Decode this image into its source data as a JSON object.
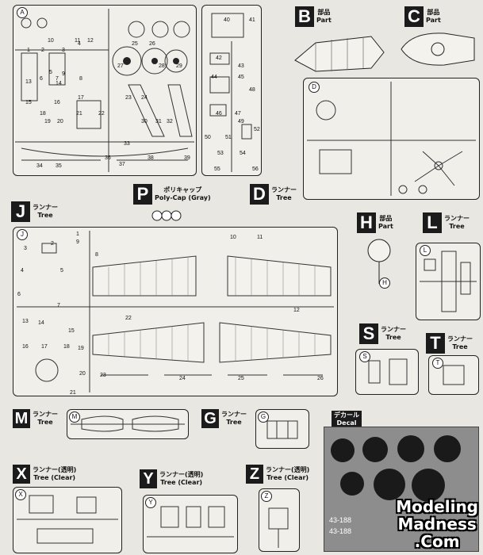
{
  "sprue_labels": {
    "B": {
      "letter": "B",
      "jp": "部品",
      "en": "Part"
    },
    "C": {
      "letter": "C",
      "jp": "部品",
      "en": "Part"
    },
    "P": {
      "letter": "P",
      "jp": "ポリキャップ",
      "en": "Poly-Cap (Gray)"
    },
    "D": {
      "letter": "D",
      "jp": "ランナー",
      "en": "Tree"
    },
    "J": {
      "letter": "J",
      "jp": "ランナー",
      "en": "Tree"
    },
    "H": {
      "letter": "H",
      "jp": "部品",
      "en": "Part"
    },
    "L": {
      "letter": "L",
      "jp": "ランナー",
      "en": "Tree"
    },
    "S": {
      "letter": "S",
      "jp": "ランナー",
      "en": "Tree"
    },
    "T": {
      "letter": "T",
      "jp": "ランナー",
      "en": "Tree"
    },
    "M": {
      "letter": "M",
      "jp": "ランナー",
      "en": "Tree"
    },
    "G": {
      "letter": "G",
      "jp": "ランナー",
      "en": "Tree"
    },
    "X": {
      "letter": "X",
      "jp": "ランナー(透明)",
      "en": "Tree (Clear)"
    },
    "Y": {
      "letter": "Y",
      "jp": "ランナー(透明)",
      "en": "Tree (Clear)"
    },
    "Z": {
      "letter": "Z",
      "jp": "ランナー(透明)",
      "en": "Tree (Clear)"
    }
  },
  "decal": {
    "jp": "デカール",
    "en": "Decal",
    "codes": [
      "43-188",
      "43-188"
    ]
  },
  "circled": {
    "A": "A",
    "D": "D",
    "J": "J",
    "H": "H",
    "L": "L",
    "S": "S",
    "T": "T",
    "M": "M",
    "G": "G",
    "X": "X",
    "Y": "Y",
    "Z": "Z"
  },
  "part_numbers": {
    "a": [
      "1",
      "2",
      "3",
      "4",
      "5",
      "6",
      "7",
      "8",
      "9",
      "10",
      "11",
      "12",
      "13",
      "14",
      "15",
      "16",
      "17",
      "18",
      "19",
      "20",
      "21",
      "22",
      "23",
      "24",
      "25",
      "26",
      "27",
      "28",
      "29",
      "30",
      "31",
      "32",
      "33",
      "34",
      "35",
      "36",
      "37",
      "38",
      "39",
      "40",
      "41",
      "42",
      "43",
      "44",
      "45",
      "46",
      "47",
      "48",
      "49",
      "50",
      "51",
      "52",
      "53",
      "54",
      "55",
      "56"
    ],
    "j": [
      "1",
      "2",
      "3",
      "4",
      "5",
      "6",
      "7",
      "8",
      "9",
      "10",
      "11",
      "12",
      "13",
      "14",
      "15",
      "16",
      "17",
      "18",
      "19",
      "20",
      "21",
      "22",
      "23",
      "24",
      "25",
      "26"
    ]
  },
  "watermark": {
    "line1": "Modeling",
    "line2": "Madness",
    "line3": ".Com"
  },
  "colors": {
    "ink": "#1b1b1b",
    "paper": "#e9e7e2"
  }
}
